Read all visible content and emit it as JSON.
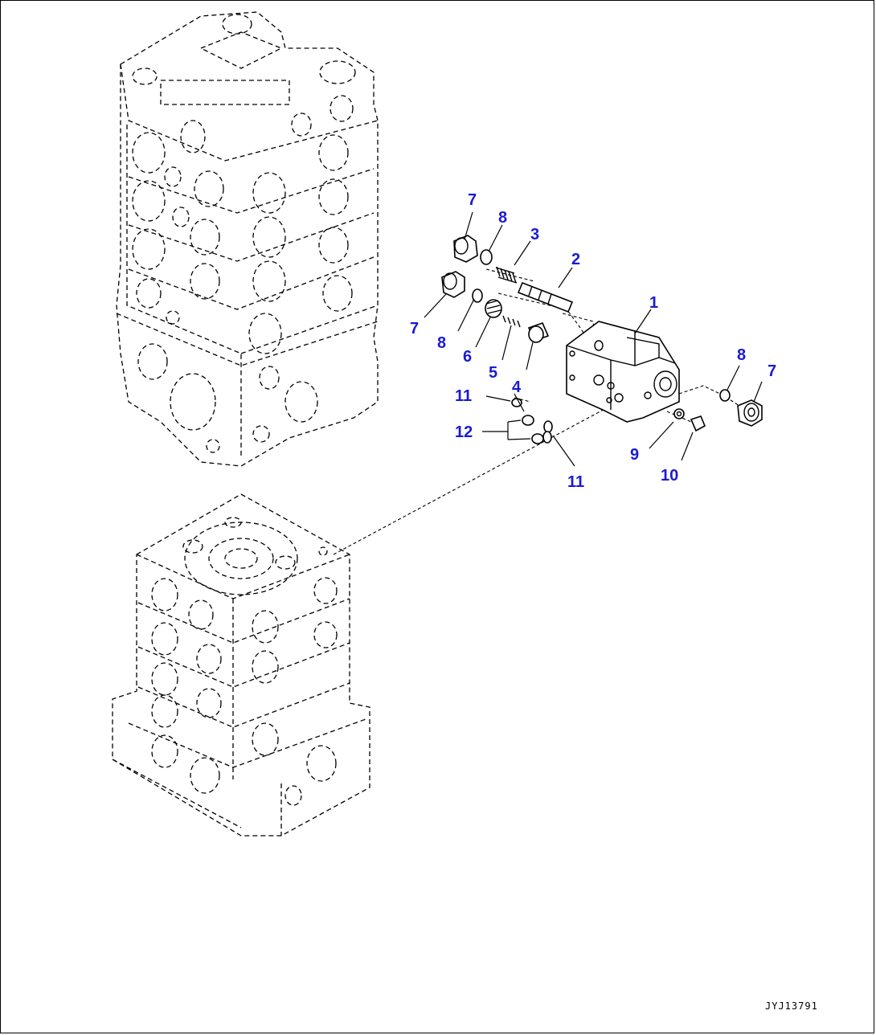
{
  "figure_code": "JYJ13791",
  "callouts": [
    {
      "id": "c1",
      "text": "1"
    },
    {
      "id": "c2",
      "text": "2"
    },
    {
      "id": "c3",
      "text": "3"
    },
    {
      "id": "c4",
      "text": "4"
    },
    {
      "id": "c5",
      "text": "5"
    },
    {
      "id": "c6",
      "text": "6"
    },
    {
      "id": "c7a",
      "text": "7"
    },
    {
      "id": "c7b",
      "text": "7"
    },
    {
      "id": "c7c",
      "text": "7"
    },
    {
      "id": "c8a",
      "text": "8"
    },
    {
      "id": "c8b",
      "text": "8"
    },
    {
      "id": "c8c",
      "text": "8"
    },
    {
      "id": "c9",
      "text": "9"
    },
    {
      "id": "c10",
      "text": "10"
    },
    {
      "id": "c11a",
      "text": "11"
    },
    {
      "id": "c11b",
      "text": "11"
    },
    {
      "id": "c12",
      "text": "12"
    }
  ],
  "colors": {
    "callout": "#1a1ad6",
    "line": "#000000"
  }
}
